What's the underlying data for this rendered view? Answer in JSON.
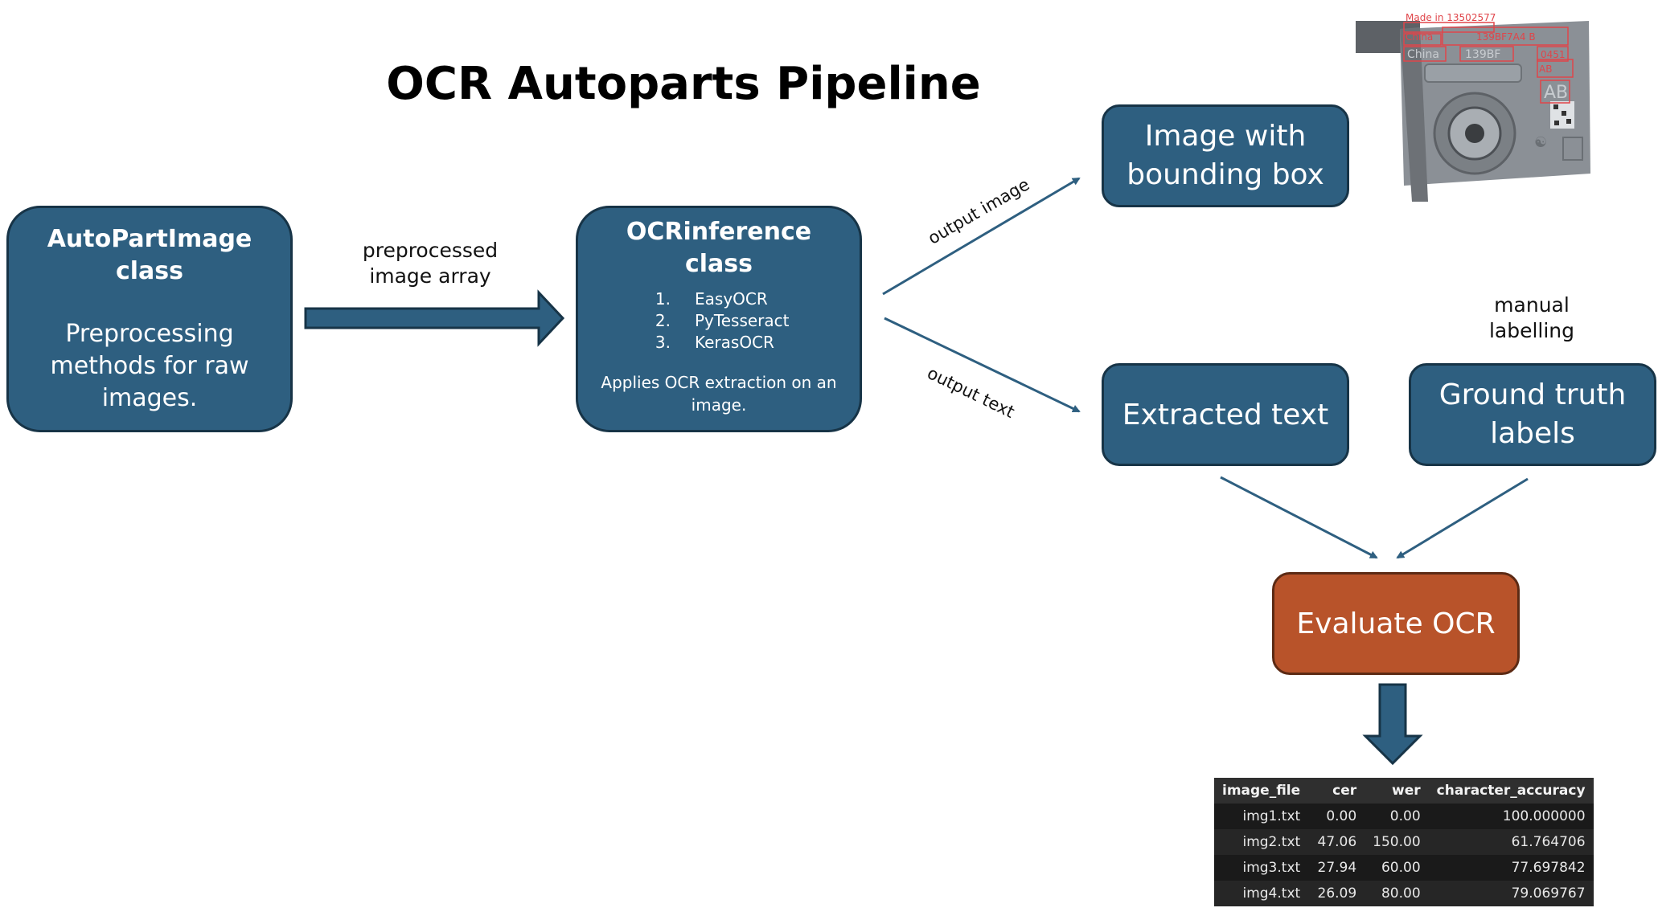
{
  "title": "OCR Autoparts Pipeline",
  "autopart_box": {
    "heading_line1": "AutoPartImage",
    "heading_line2": "class",
    "body_line1": "Preprocessing",
    "body_line2": "methods for raw",
    "body_line3": "images."
  },
  "arrow1_label": {
    "line1": "preprocessed",
    "line2": "image array"
  },
  "ocr_box": {
    "heading_line1": "OCRinference",
    "heading_line2": "class",
    "engines": [
      {
        "num": "1.",
        "name": "EasyOCR"
      },
      {
        "num": "2.",
        "name": "PyTesseract"
      },
      {
        "num": "3.",
        "name": "KerasOCR"
      }
    ],
    "desc_line1": "Applies OCR extraction on an",
    "desc_line2": "image."
  },
  "output_image_label": "output image",
  "output_text_label": "output text",
  "image_box": {
    "line1": "Image with",
    "line2": "bounding box"
  },
  "photo_annotations": {
    "a1": "Made in 13502577",
    "a2": "China",
    "a3": "139BF7A4 B",
    "a4": "China",
    "a5": "139BF",
    "a6": "0451",
    "a7": "AB",
    "a8": "AB"
  },
  "manual_label": {
    "line1": "manual",
    "line2": "labelling"
  },
  "extracted_box": "Extracted text",
  "ground_truth_box": {
    "line1": "Ground truth",
    "line2": "labels"
  },
  "evaluate_box": "Evaluate OCR",
  "results_table": {
    "headers": [
      "image_file",
      "cer",
      "wer",
      "character_accuracy"
    ],
    "rows": [
      [
        "img1.txt",
        "0.00",
        "0.00",
        "100.000000"
      ],
      [
        "img2.txt",
        "47.06",
        "150.00",
        "61.764706"
      ],
      [
        "img3.txt",
        "27.94",
        "60.00",
        "77.697842"
      ],
      [
        "img4.txt",
        "26.09",
        "80.00",
        "79.069767"
      ]
    ]
  },
  "colors": {
    "box_blue": "#2e5f80",
    "box_border": "#173447",
    "evaluate_orange": "#b8532a",
    "arrow_blue": "#2e5f80",
    "annotation_red": "#e0454a"
  }
}
